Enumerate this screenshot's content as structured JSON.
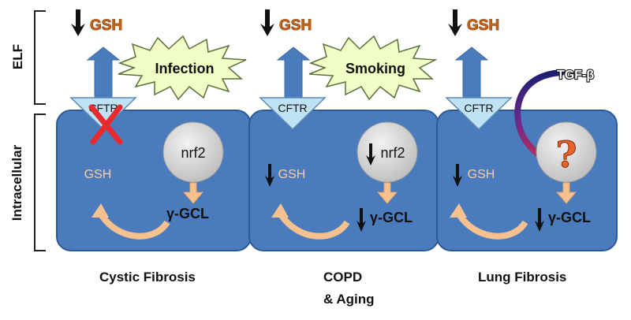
{
  "side_labels": {
    "elf": "ELF",
    "intracellular": "Intracellular"
  },
  "elf_gsh": [
    "GSH",
    "GSH",
    "GSH"
  ],
  "stimuli": [
    "Infection",
    "Smoking"
  ],
  "tgf": "TGF-β",
  "panels": [
    {
      "cftr": "CFTR",
      "gsh": "GSH",
      "regulator": "nrf2",
      "enzyme": "γ-GCL",
      "cftr_blocked": true,
      "gsh_down": false,
      "regulator_down": false,
      "enzyme_down": false,
      "regulator_unknown": false
    },
    {
      "cftr": "CFTR",
      "gsh": "GSH",
      "regulator": "nrf2",
      "enzyme": "γ-GCL",
      "cftr_blocked": false,
      "gsh_down": true,
      "regulator_down": true,
      "enzyme_down": true,
      "regulator_unknown": false
    },
    {
      "cftr": "CFTR",
      "gsh": "GSH",
      "regulator": "?",
      "enzyme": "γ-GCL",
      "cftr_blocked": false,
      "gsh_down": true,
      "regulator_down": false,
      "enzyme_down": true,
      "regulator_unknown": true
    }
  ],
  "conditions": [
    {
      "line1": "Cystic Fibrosis",
      "line2": ""
    },
    {
      "line1": "COPD",
      "line2": "& Aging"
    },
    {
      "line1": "Lung Fibrosis",
      "line2": ""
    }
  ],
  "colors": {
    "cell": "#4a7cbd",
    "cell_border": "#2d5a96",
    "export_arrow": "#4a7cbd",
    "cftr": "#bfe3f3",
    "gsh_text": "#c8600e",
    "gsh_outline": "#6a2a00",
    "cell_gsh_text": "#fbcba1",
    "recycle_arrow": "#f7c08f",
    "regulator_circle": "#d9d9d9",
    "burst_fill": "#efffc6",
    "burst_stroke": "#5b6f3a",
    "block_x": "#e8292d",
    "question": "#e8632b",
    "tgf_start": "#1d1e73",
    "tgf_end": "#c02b55"
  }
}
